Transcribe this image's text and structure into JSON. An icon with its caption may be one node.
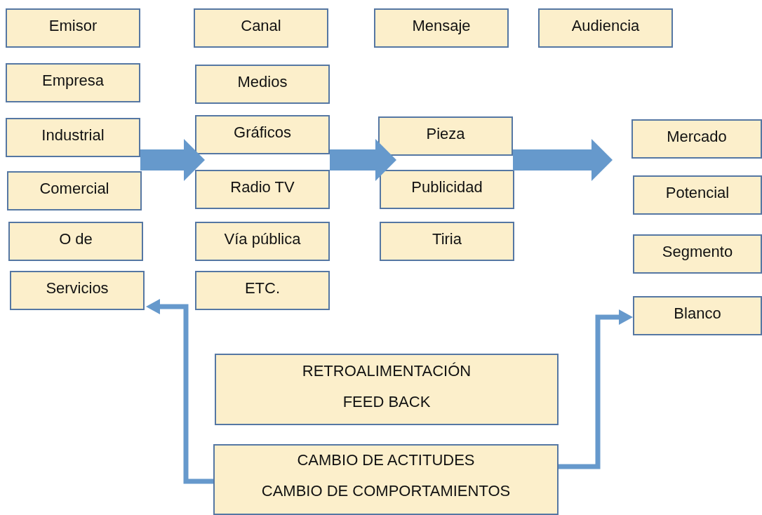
{
  "diagram": {
    "nodes": [
      {
        "text": [
          "Emisor"
        ]
      },
      {
        "text": [
          "Empresa"
        ]
      },
      {
        "text": [
          "Industrial"
        ]
      },
      {
        "text": [
          "Comercial"
        ]
      },
      {
        "text": [
          "O de"
        ]
      },
      {
        "text": [
          "Servicios"
        ]
      },
      {
        "text": [
          "Canal"
        ]
      },
      {
        "text": [
          "Medios"
        ]
      },
      {
        "text": [
          "Gráficos"
        ]
      },
      {
        "text": [
          "Radio TV"
        ]
      },
      {
        "text": [
          "Vía pública"
        ]
      },
      {
        "text": [
          "ETC."
        ]
      },
      {
        "text": [
          "Mensaje"
        ]
      },
      {
        "text": [
          "Pieza"
        ]
      },
      {
        "text": [
          "Publicidad"
        ]
      },
      {
        "text": [
          "Tiria"
        ]
      },
      {
        "text": [
          "Audiencia"
        ]
      },
      {
        "text": [
          "Mercado"
        ]
      },
      {
        "text": [
          "Potencial"
        ]
      },
      {
        "text": [
          "Segmento"
        ]
      },
      {
        "text": [
          "Blanco"
        ]
      },
      {
        "text": [
          "RETROALIMENTACIÓN",
          "FEED BACK"
        ]
      },
      {
        "text": [
          "CAMBIO DE ACTITUDES",
          "CAMBIO DE COMPORTAMIENTOS"
        ]
      }
    ],
    "edges": [
      {
        "from": 2,
        "to": 8,
        "arrow": "to"
      },
      {
        "from": 8,
        "to": 13,
        "arrow": "to"
      },
      {
        "from": 13,
        "to": 17,
        "arrow": "to"
      },
      {
        "from": 22,
        "to": 5,
        "arrow": "to"
      },
      {
        "from": 22,
        "to": 20,
        "arrow": "to"
      }
    ]
  }
}
